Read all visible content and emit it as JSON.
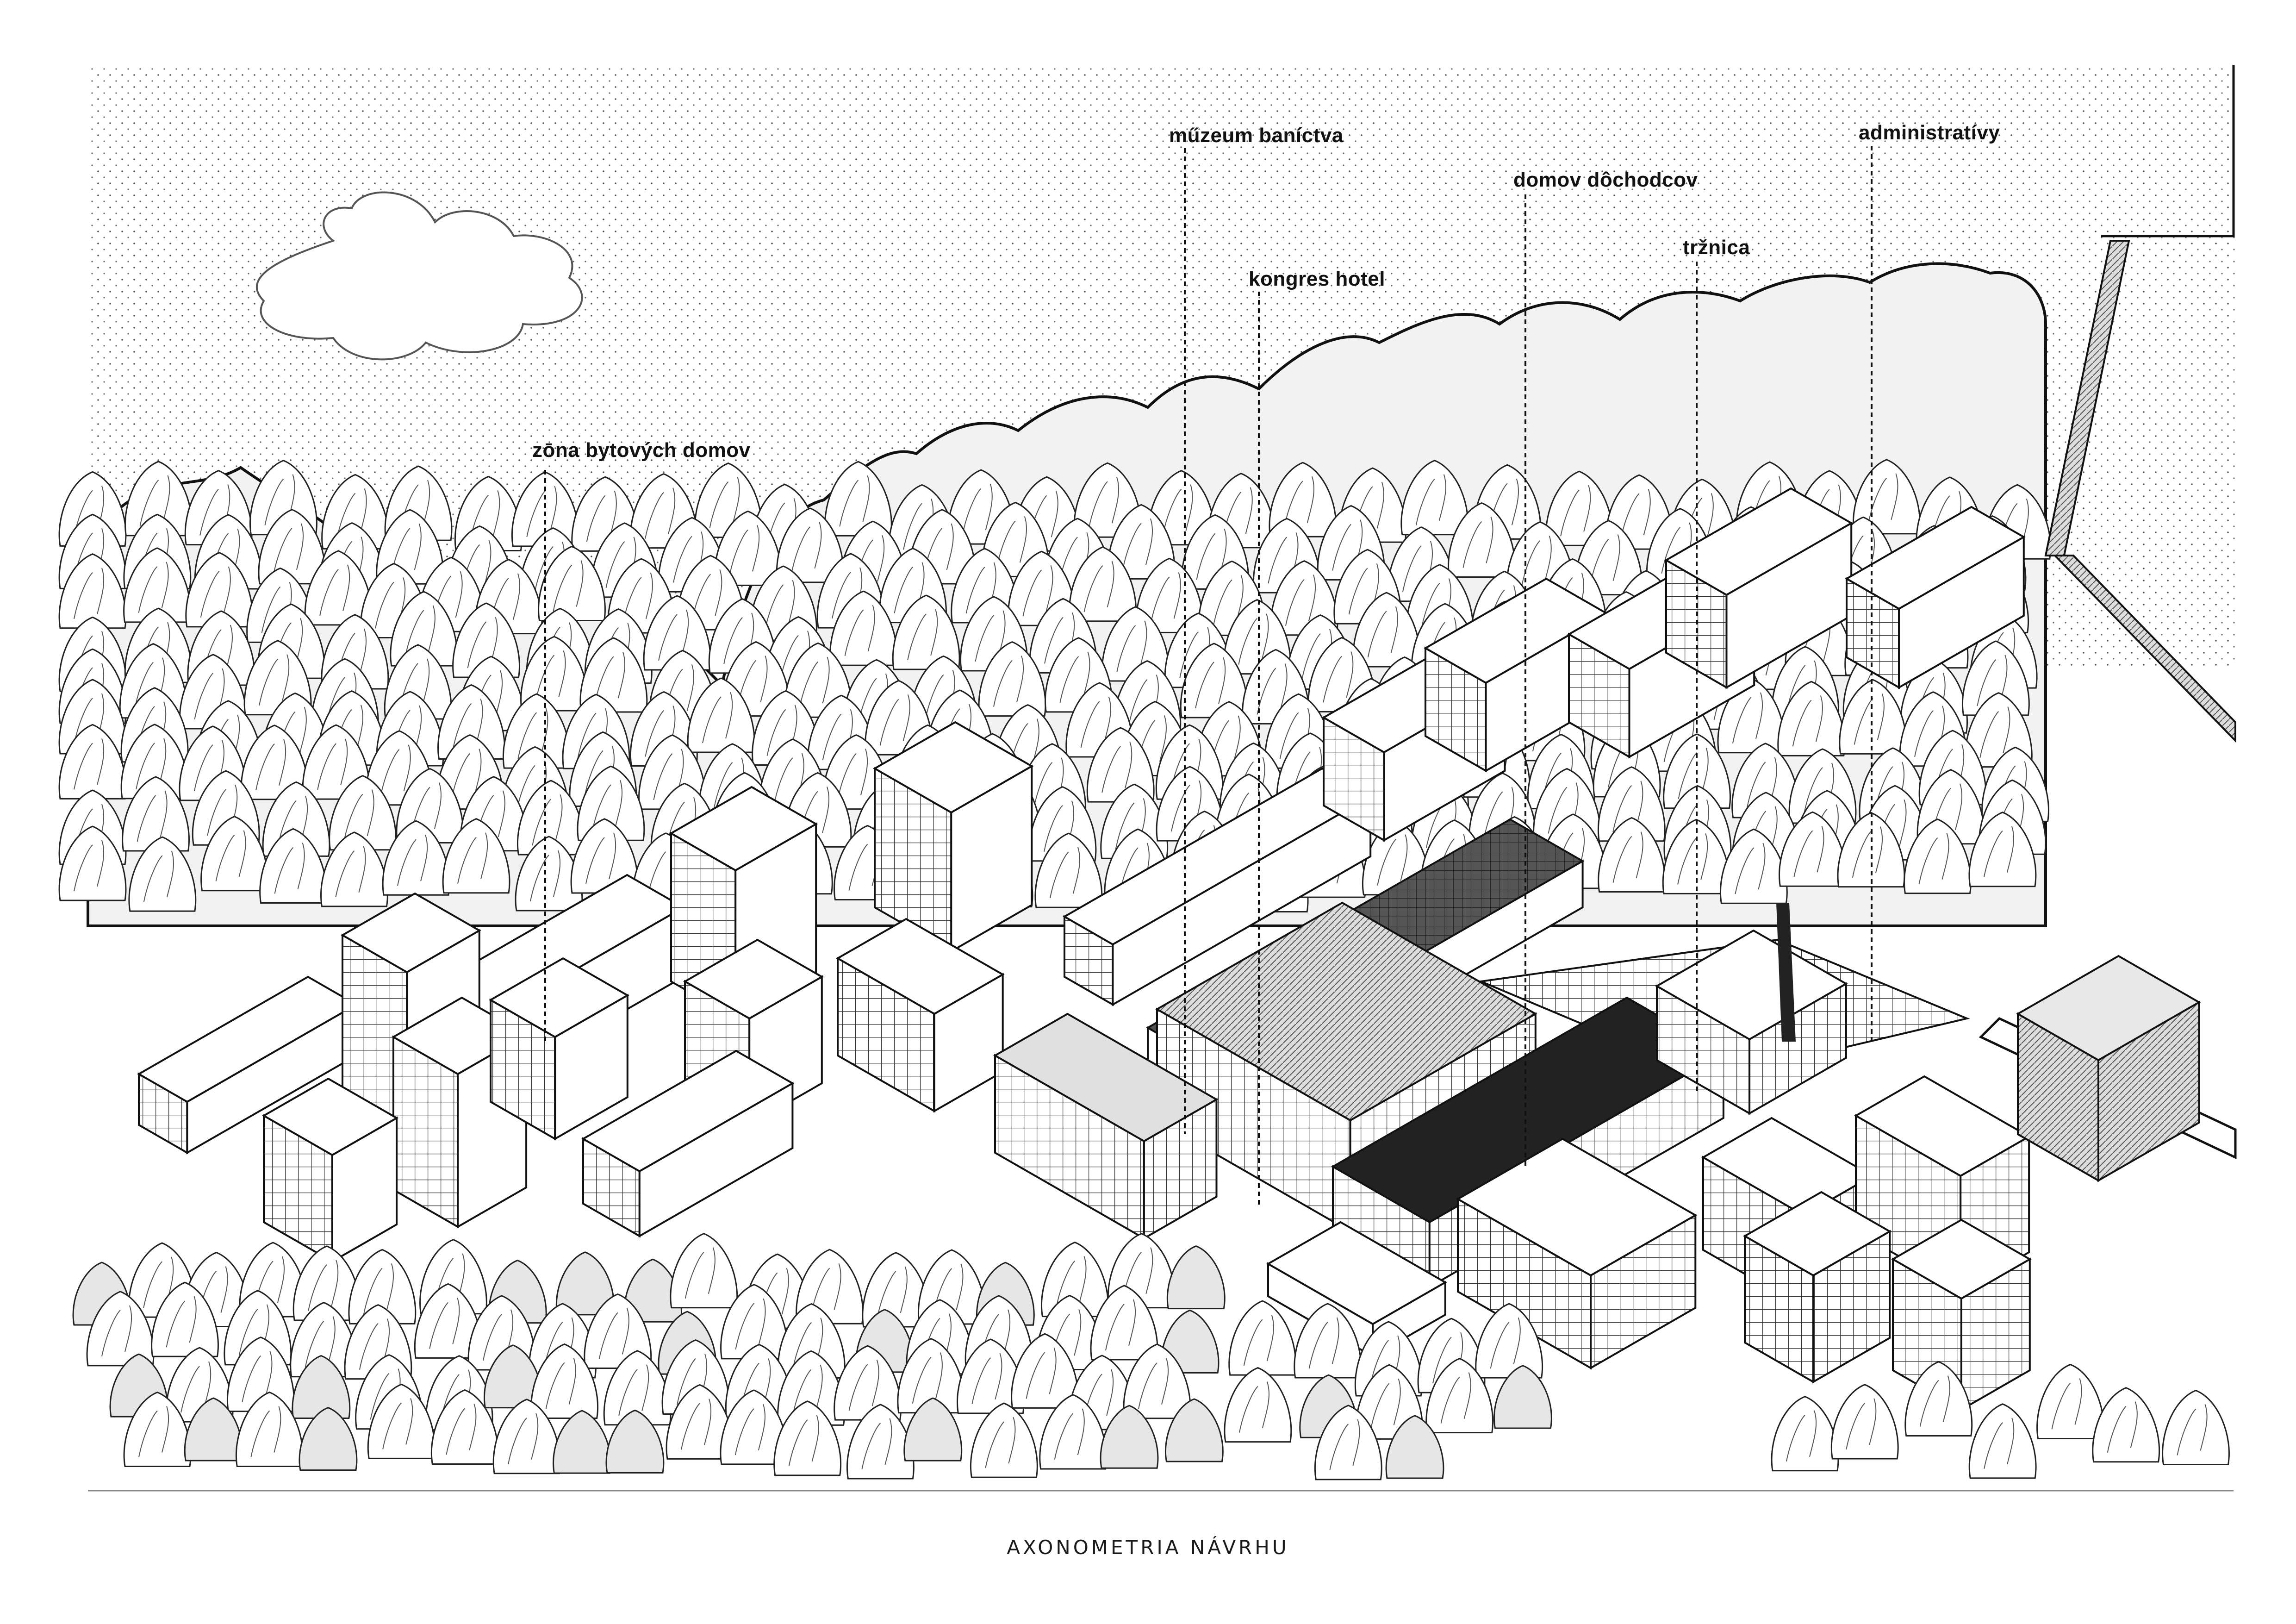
{
  "labels": {
    "housing": "zōna bytových domov",
    "museum": "műzeum baníctva",
    "hotel": "kongres hotel",
    "retirement": "domov dôchodcov",
    "market": "tržnica",
    "admin": "administratívy"
  },
  "caption": "AXONOMETRIA NÁVRHU",
  "colors": {
    "ink": "#111111",
    "dark_roof": "#2e2e2e",
    "mid_gray": "#8a8a8a",
    "light_gray": "#d6d6d6",
    "paper": "#ffffff"
  }
}
